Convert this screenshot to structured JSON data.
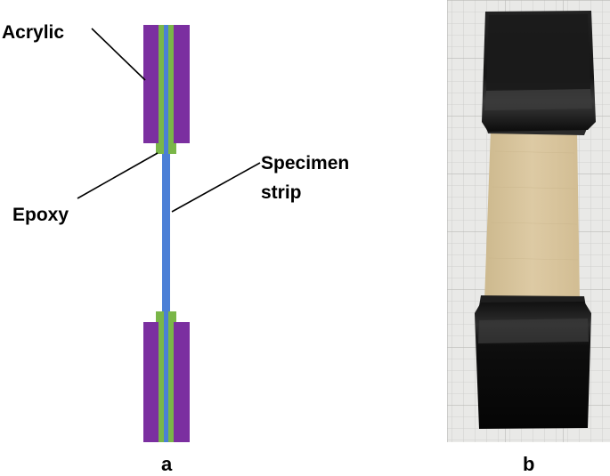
{
  "panel_a": {
    "letter": "a",
    "labels": {
      "acrylic": "Acrylic",
      "epoxy": "Epoxy",
      "specimen_line1": "Specimen",
      "specimen_line2": "strip"
    },
    "colors": {
      "acrylic": "#7b2fa0",
      "epoxy": "#7ab648",
      "specimen": "#4b7fd6"
    }
  },
  "panel_b": {
    "letter": "b",
    "colors": {
      "grid_paper": "#e9e9e7",
      "grip": "#111111",
      "specimen": "#d8c6a0"
    }
  }
}
